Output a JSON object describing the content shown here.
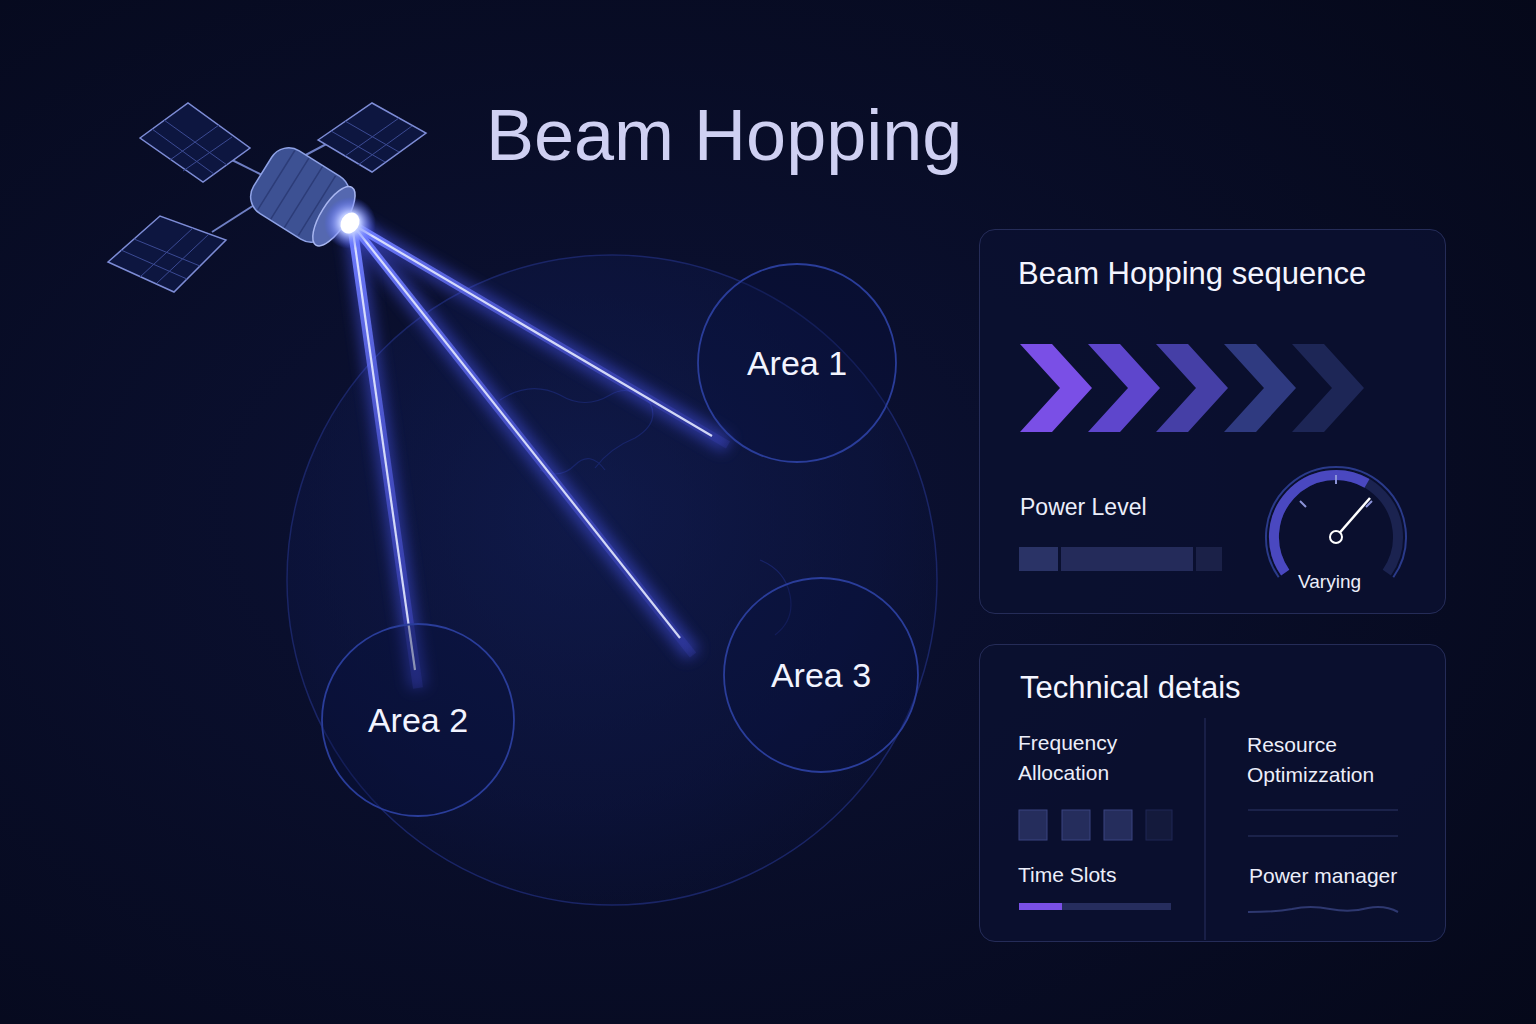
{
  "diagram": {
    "title": "Beam Hopping",
    "nodes": [
      {
        "text": [
          "Area 1"
        ]
      },
      {
        "text": [
          "Area 2"
        ]
      },
      {
        "text": [
          "Area 3"
        ]
      },
      {
        "text": [
          "Beam Hopping sequence",
          "Power Level",
          "Varying"
        ]
      },
      {
        "text": [
          "Technical detais",
          "Frequency Allocation",
          "Time Slots",
          "Resource Optimizzation",
          "Power manager"
        ]
      }
    ]
  }
}
